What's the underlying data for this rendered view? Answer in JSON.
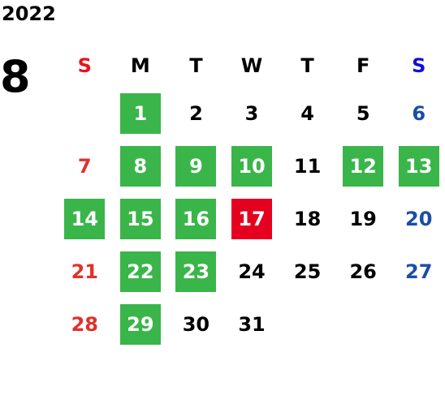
{
  "calendar": {
    "year": "2022",
    "month": "8",
    "weekdays": [
      "S",
      "M",
      "T",
      "W",
      "T",
      "F",
      "S"
    ],
    "colors": {
      "sunday": "#e0312b",
      "saturday": "#1a4da6",
      "highlight_green": "#3ab54a",
      "highlight_red": "#e60020"
    },
    "weeks": [
      [
        {
          "day": "",
          "style": "sun"
        },
        {
          "day": "1",
          "style": "green"
        },
        {
          "day": "2",
          "style": ""
        },
        {
          "day": "3",
          "style": ""
        },
        {
          "day": "4",
          "style": ""
        },
        {
          "day": "5",
          "style": ""
        },
        {
          "day": "6",
          "style": "sat"
        }
      ],
      [
        {
          "day": "7",
          "style": "sun"
        },
        {
          "day": "8",
          "style": "green"
        },
        {
          "day": "9",
          "style": "green"
        },
        {
          "day": "10",
          "style": "green"
        },
        {
          "day": "11",
          "style": ""
        },
        {
          "day": "12",
          "style": "green"
        },
        {
          "day": "13",
          "style": "green"
        }
      ],
      [
        {
          "day": "14",
          "style": "green"
        },
        {
          "day": "15",
          "style": "green"
        },
        {
          "day": "16",
          "style": "green"
        },
        {
          "day": "17",
          "style": "red"
        },
        {
          "day": "18",
          "style": ""
        },
        {
          "day": "19",
          "style": ""
        },
        {
          "day": "20",
          "style": "sat"
        }
      ],
      [
        {
          "day": "21",
          "style": "sun"
        },
        {
          "day": "22",
          "style": "green"
        },
        {
          "day": "23",
          "style": "green"
        },
        {
          "day": "24",
          "style": ""
        },
        {
          "day": "25",
          "style": ""
        },
        {
          "day": "26",
          "style": ""
        },
        {
          "day": "27",
          "style": "sat"
        }
      ],
      [
        {
          "day": "28",
          "style": "sun"
        },
        {
          "day": "29",
          "style": "green"
        },
        {
          "day": "30",
          "style": ""
        },
        {
          "day": "31",
          "style": ""
        },
        {
          "day": "",
          "style": ""
        },
        {
          "day": "",
          "style": ""
        },
        {
          "day": "",
          "style": ""
        }
      ]
    ]
  }
}
